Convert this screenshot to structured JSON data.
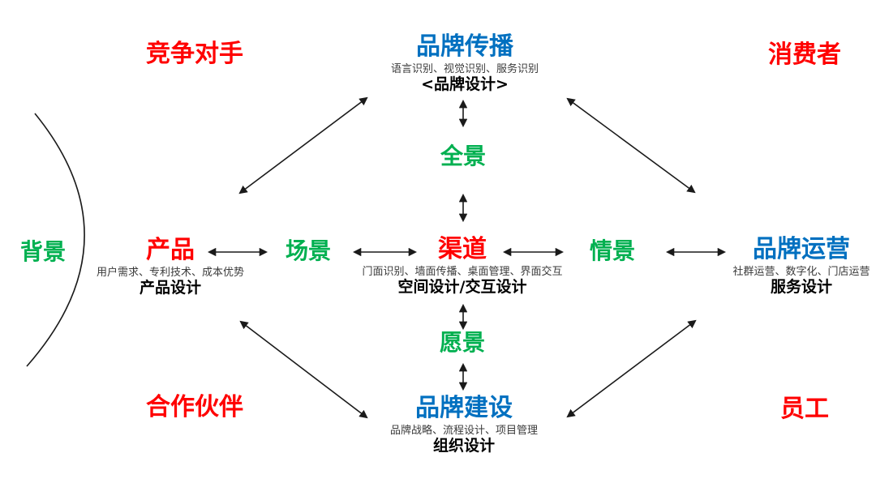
{
  "palette": {
    "red": "#FF0000",
    "green": "#00B050",
    "blue": "#0070C0",
    "ink": "#1A1A1A",
    "sub": "#3A3A3A"
  },
  "corners": {
    "top_left": "竞争对手",
    "top_right": "消费者",
    "bottom_left": "合作伙伴",
    "bottom_right": "员工"
  },
  "scene_labels": {
    "background": "背景",
    "panorama": "全景",
    "scene": "场景",
    "situation": "情景",
    "vision": "愿景"
  },
  "nodes": {
    "brand_communication": {
      "title": "品牌传播",
      "subtitle": "语言识别、视觉识别、服务识别",
      "design": "<品牌设计>"
    },
    "product": {
      "title": "产品",
      "subtitle": "用户需求、专利技术、成本优势",
      "design": "产品设计"
    },
    "channel": {
      "title": "渠道",
      "subtitle": "门面识别、墙面传播、桌面管理、界面交互",
      "design": "空间设计/交互设计"
    },
    "brand_operation": {
      "title": "品牌运营",
      "subtitle": "社群运营、数字化、门店运营",
      "design": "服务设计"
    },
    "brand_building": {
      "title": "品牌建设",
      "subtitle": "品牌战略、流程设计、项目管理",
      "design": "组织设计"
    }
  }
}
